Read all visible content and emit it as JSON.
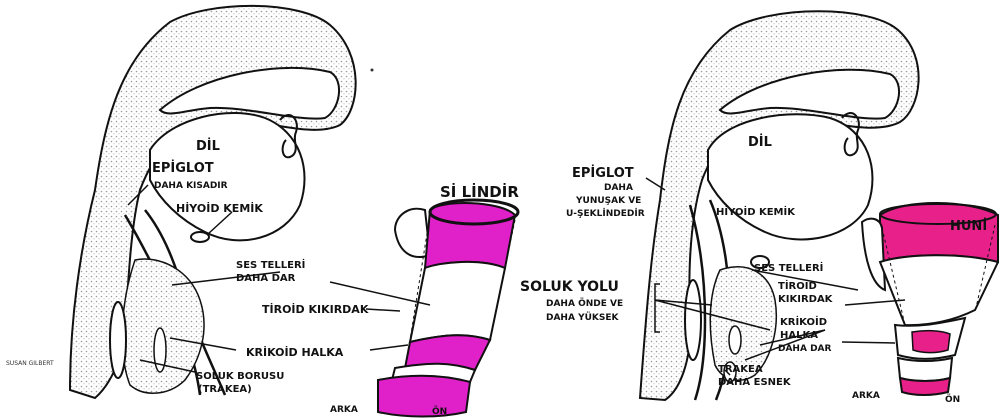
{
  "left_panel": {
    "heading": "Sİ LİNDİR",
    "labels": {
      "dil": "DİL",
      "epiglot_1": "EPİGLOT",
      "epiglot_2": "DAHA KISADIR",
      "hiyoid": "HİYOİD KEMİK",
      "ses_1": "SES TELLERİ",
      "ses_2": "DAHA DAR",
      "tiroid": "TİROİD KIKIRDAK",
      "krikoid": "KRİKOİD HALKA",
      "soluk_1": "SOLUK BORUSU",
      "soluk_2": "(TRAKEA)",
      "arka": "ARKA",
      "on": "ÖN",
      "credit": "SUSAN GILBERT"
    }
  },
  "right_panel": {
    "heading": "HUNİ",
    "labels": {
      "dil": "DİL",
      "epiglot_1": "EPİGLOT",
      "epiglot_2": "DAHA",
      "epiglot_3": "YUNUŞAK VE",
      "epiglot_4": "U-ŞEKLİNDEDİR",
      "hiyoid": "HİYOİD KEMİK",
      "soluk_1": "SOLUK YOLU",
      "soluk_2": "DAHA ÖNDE VE",
      "soluk_3": "DAHA YÜKSEK",
      "ses": "SES TELLERİ",
      "tiroid_1": "TİROİD",
      "tiroid_2": "KIKIRDAK",
      "krikoid_1": "KRİKOİD",
      "krikoid_2": "HALKA",
      "krikoid_3": "DAHA DAR",
      "trakea_1": "TRAKEA",
      "trakea_2": "DAHA ESNEK",
      "arka": "ARKA",
      "on": "ÖN"
    }
  },
  "colors": {
    "highlight": "#e020c8",
    "highlight_right": "#e8208a",
    "ink": "#111111",
    "stipple": "#bdbdbd"
  }
}
